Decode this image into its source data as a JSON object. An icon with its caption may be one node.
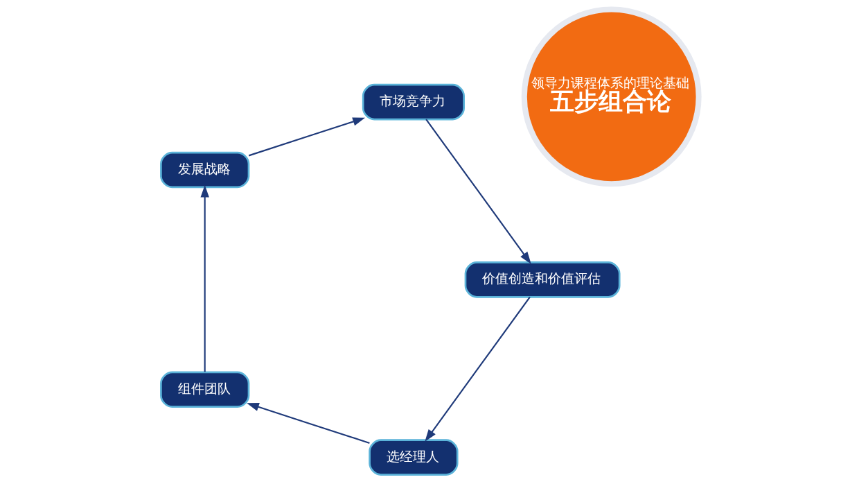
{
  "diagram": {
    "nodes": [
      {
        "text": [
          "领导力课程体系的理论基础",
          "五步组合论"
        ]
      },
      {
        "text": [
          "选经理人"
        ]
      },
      {
        "text": [
          "组件团队"
        ]
      },
      {
        "text": [
          "发展战略"
        ]
      },
      {
        "text": [
          "市场竞争力"
        ]
      },
      {
        "text": [
          "价值创造和价值评估"
        ]
      }
    ],
    "edges": [
      {
        "from": 1,
        "to": 2,
        "arrow": "to"
      },
      {
        "from": 2,
        "to": 3,
        "arrow": "to"
      },
      {
        "from": 3,
        "to": 4,
        "arrow": "to"
      },
      {
        "from": 4,
        "to": 5,
        "arrow": "to"
      },
      {
        "from": 5,
        "to": 1,
        "arrow": "to"
      }
    ]
  }
}
